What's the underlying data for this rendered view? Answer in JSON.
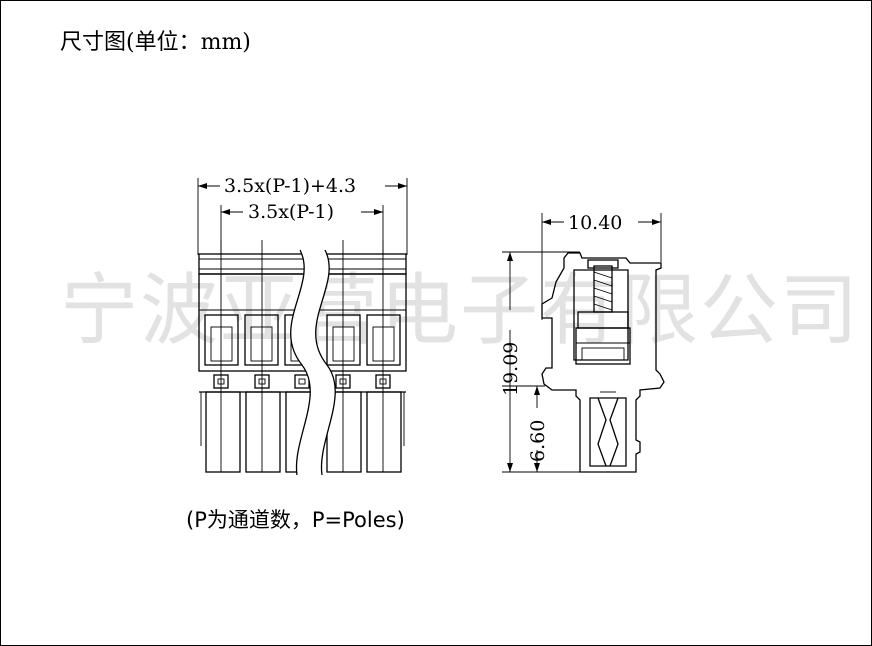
{
  "title": "尺寸图(单位：mm)",
  "watermark": "宁波亚营电子有限公司",
  "note": "(P为通道数，P=Poles)",
  "front_view": {
    "dim_overall": "3.5x(P-1)+4.3",
    "dim_pitch": "3.5x(P-1)"
  },
  "side_view": {
    "dim_width": "10.40",
    "dim_height": "19.09",
    "dim_lower": "6.60"
  },
  "colors": {
    "line": "#000000",
    "watermark": "#e2e2e2",
    "background": "#ffffff"
  }
}
